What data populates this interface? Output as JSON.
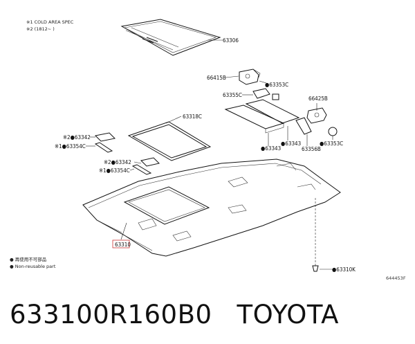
{
  "notes": {
    "line1": "※1 COLD AREA SPEC",
    "line2": "※2 (1812~      )"
  },
  "legend": {
    "line1": "● 再使用不可部品",
    "line2": "● Non-reusable part"
  },
  "labels": {
    "p63306": "63306",
    "p66415B": "66415B",
    "p63353C_top": "●63353C",
    "p63355C": "63355C",
    "p66425B": "66425B",
    "p63318C": "63318C",
    "p63342_a": "※2●63342",
    "p63354C_a": "※1●63354C",
    "p63342_b": "※2●63342",
    "p63354C_b": "※1●63354C",
    "p63343_a": "●63343",
    "p63343_b": "●63343",
    "p63356B": "63356B",
    "p63353C_bot": "●63353C",
    "p63310": "63310",
    "p63310K": "●63310K"
  },
  "ref_code": "644453F",
  "footer": {
    "part_number": "633100R160B0",
    "brand": "TOYOTA"
  }
}
